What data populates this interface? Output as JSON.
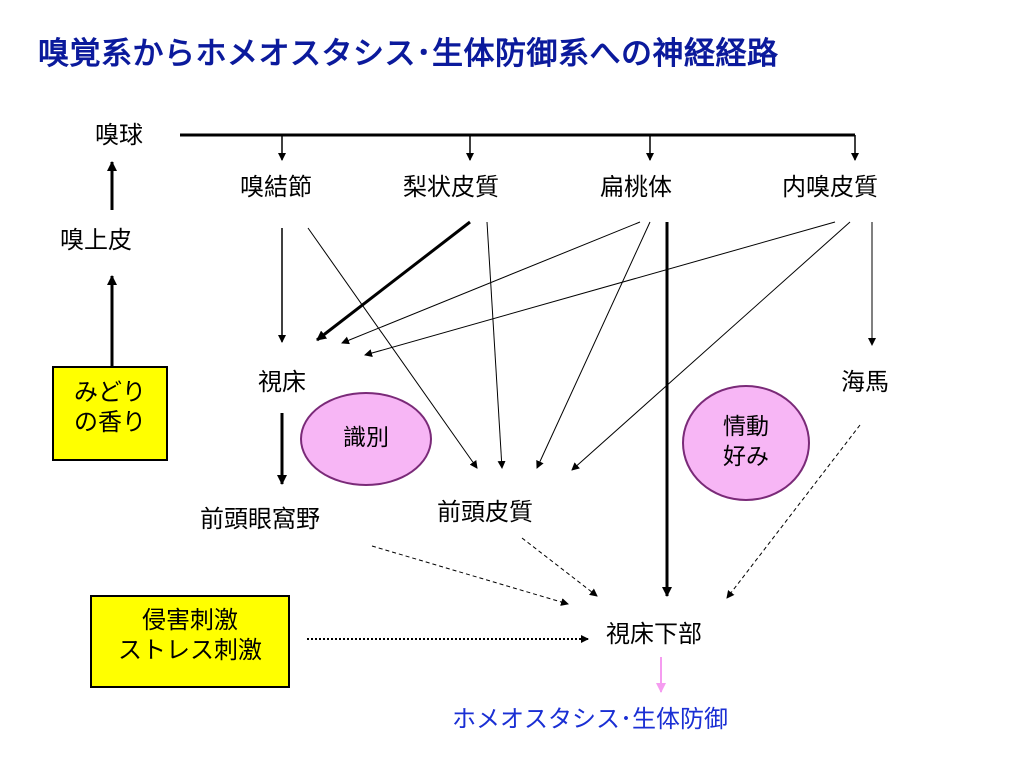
{
  "title": "嗅覚系からホメオスタシス･生体防御系への神経経路",
  "nodes": {
    "olfactory_bulb": "嗅球",
    "olfactory_epithelium": "嗅上皮",
    "olfactory_tubercle": "嗅結節",
    "piriform_cortex": "梨状皮質",
    "amygdala": "扁桃体",
    "entorhinal_cortex": "内嗅皮質",
    "thalamus": "視床",
    "hippocampus": "海馬",
    "orbitofrontal_cortex": "前頭眼窩野",
    "frontal_cortex": "前頭皮質",
    "hypothalamus": "視床下部"
  },
  "boxes": {
    "green_scent_line1": "みどり",
    "green_scent_line2": "の香り",
    "stress_line1": "侵害刺激",
    "stress_line2": "ストレス刺激"
  },
  "ellipses": {
    "discrimination": "識別",
    "emotion_line1": "情動",
    "emotion_line2": "好み"
  },
  "result": "ホメオスタシス･生体防御",
  "colors": {
    "title": "#0b1a9c",
    "result_text": "#1a2fd4",
    "box_fill": "#ffff00",
    "ellipse_fill": "#f7b6f5",
    "pink_arrow": "#f59cf0"
  }
}
